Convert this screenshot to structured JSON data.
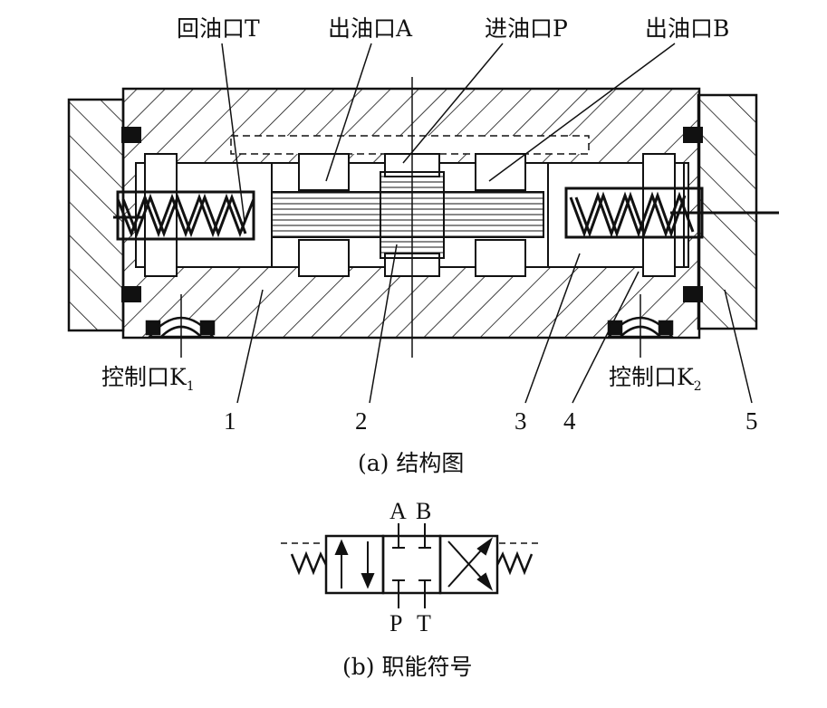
{
  "structure": {
    "port_labels": {
      "return_T": "回油口T",
      "outlet_A": "出油口A",
      "inlet_P": "进油口P",
      "outlet_B": "出油口B"
    },
    "control_ports": {
      "k1_text": "控制口K",
      "k1_sub": "1",
      "k2_text": "控制口K",
      "k2_sub": "2"
    },
    "part_numbers": [
      "1",
      "2",
      "3",
      "4",
      "5"
    ],
    "caption": "(a) 结构图"
  },
  "symbol": {
    "port_A": "A",
    "port_B": "B",
    "port_P": "P",
    "port_T": "T",
    "caption": "(b) 职能符号"
  },
  "colors": {
    "ink": "#111111",
    "paper": "#ffffff"
  }
}
